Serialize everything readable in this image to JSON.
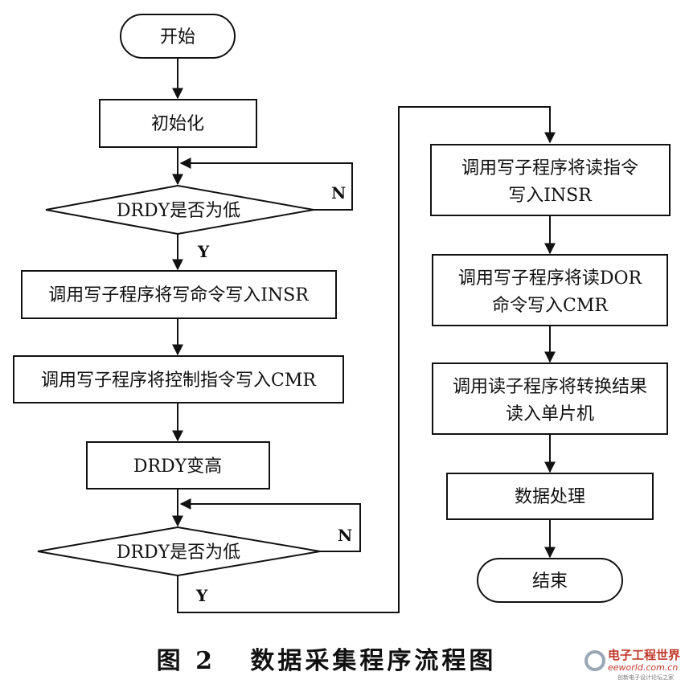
{
  "nodes": {
    "start": "开始",
    "init": "初始化",
    "decision1": "DRDY是否为低",
    "write_cmd": "调用写子程序将写命令写入INSR",
    "write_ctrl": "调用写子程序将控制指令写入CMR",
    "drdy_high": "DRDY变高",
    "decision2": "DRDY是否为低",
    "read_cmd_line1": "调用写子程序将读指令",
    "read_cmd_line2": "写入INSR",
    "read_dor_line1": "调用写子程序将读DOR",
    "read_dor_line2": "命令写入CMR",
    "read_result_line1": "调用读子程序将转换结果",
    "read_result_line2": "读入单片机",
    "process": "数据处理",
    "end": "结束"
  },
  "labels": {
    "n1": "N",
    "y1": "Y",
    "n2": "N",
    "y2": "Y"
  },
  "caption": "图 2   数据采集程序流程图",
  "watermark": {
    "main": "电子工程世界",
    "url": "eeworld.com.cn",
    "sub": "创新电子设计论坛之家"
  },
  "colors": {
    "line": "#111111",
    "watermark": "#c0392b"
  }
}
